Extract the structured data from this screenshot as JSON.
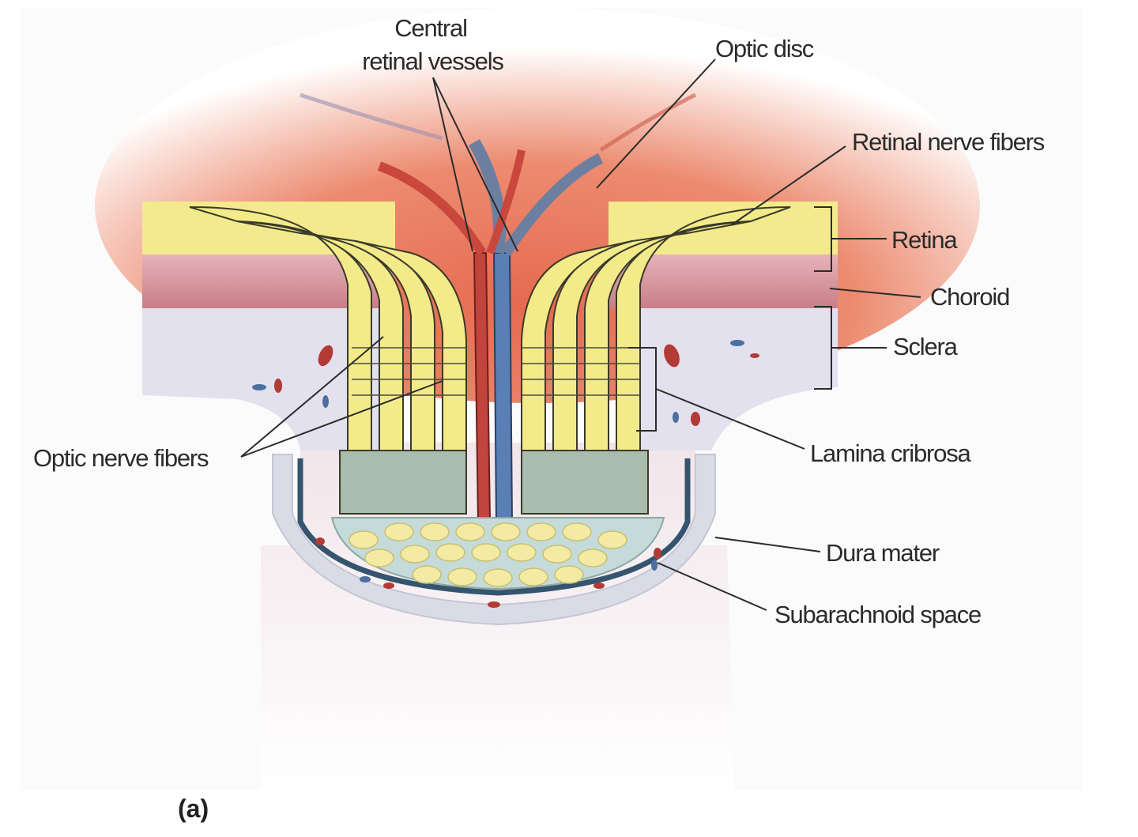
{
  "labels": {
    "central_vessels_1": "Central",
    "central_vessels_2": "retinal vessels",
    "optic_disc": "Optic disc",
    "retinal_nerve_fibers": "Retinal nerve fibers",
    "retina": "Retina",
    "choroid": "Choroid",
    "sclera": "Sclera",
    "optic_nerve_fibers": "Optic nerve fibers",
    "lamina_cribrosa": "Lamina cribrosa",
    "dura_mater": "Dura mater",
    "subarachnoid_space": "Subarachnoid space"
  },
  "panel_label": "(a)",
  "colors": {
    "fundus": "#e8735a",
    "nerve_fiber_yellow": "#f3eb8a",
    "fiber_outline": "#3a3a2a",
    "choroid_pink": "#d79aa2",
    "sclera": "#e4e2ee",
    "artery": "#c2453d",
    "vein": "#5a7fb5",
    "nerve_green": "#a9bcae",
    "dura_blue": "#35546e"
  }
}
